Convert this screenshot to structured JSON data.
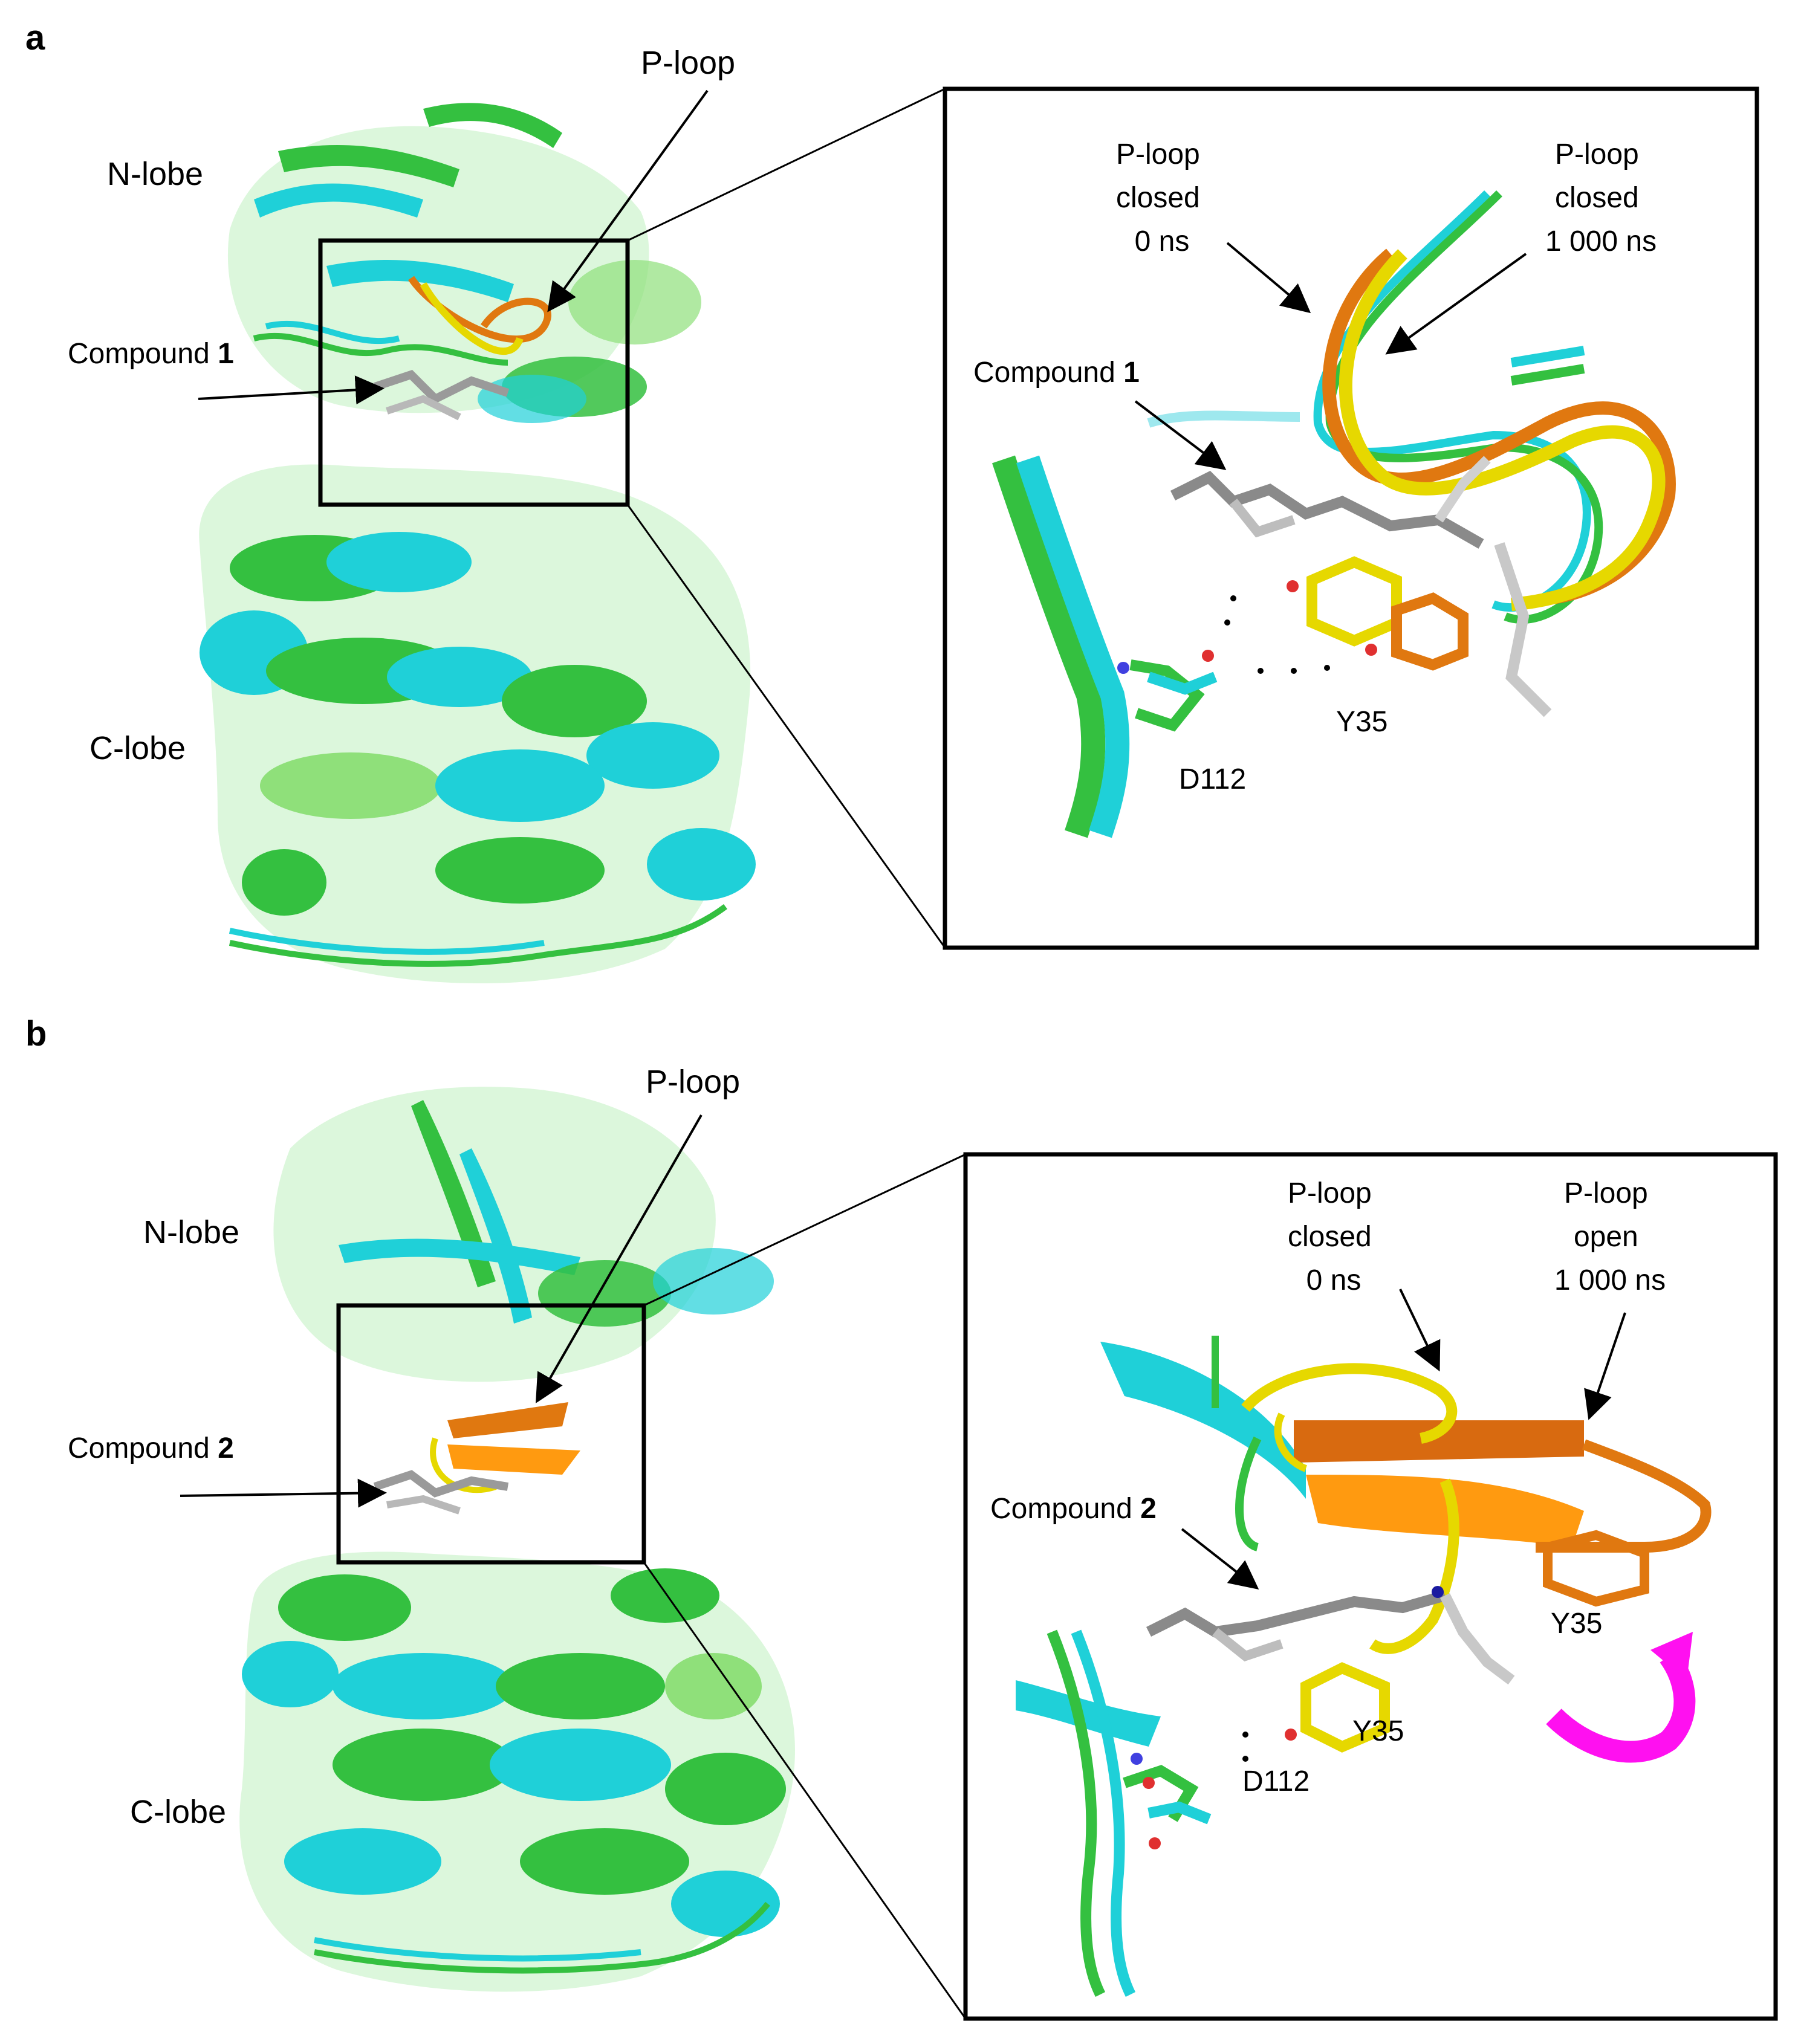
{
  "panels": [
    {
      "letter": "a",
      "overview": {
        "n_lobe": "N-lobe",
        "c_lobe": "C-lobe",
        "p_loop": "P-loop",
        "compound_prefix": "Compound ",
        "compound_number": "1"
      },
      "zoom": {
        "closed_0": [
          "P-loop",
          "closed",
          "0 ns"
        ],
        "closed_1000": [
          "P-loop",
          "closed",
          "1 000 ns"
        ],
        "compound_prefix": "Compound ",
        "compound_number": "1",
        "residue_y35": "Y35",
        "residue_d112": "D112"
      }
    },
    {
      "letter": "b",
      "overview": {
        "n_lobe": "N-lobe",
        "c_lobe": "C-lobe",
        "p_loop": "P-loop",
        "compound_prefix": "Compound ",
        "compound_number": "2"
      },
      "zoom": {
        "closed_0": [
          "P-loop",
          "closed",
          "0 ns"
        ],
        "open_1000": [
          "P-loop",
          "open",
          "1 000 ns"
        ],
        "compound_prefix": "Compound ",
        "compound_number": "2",
        "residue_y35_open": "Y35",
        "residue_y35_closed": "Y35",
        "residue_d112": "D112"
      }
    }
  ],
  "colors": {
    "cyan": "#1fd0d8",
    "green": "#34c040",
    "light_green": "#8fe07a",
    "yellow": "#e6d800",
    "orange": "#e07810",
    "grey": "#a8a8a8",
    "magenta": "#ff10f0"
  }
}
